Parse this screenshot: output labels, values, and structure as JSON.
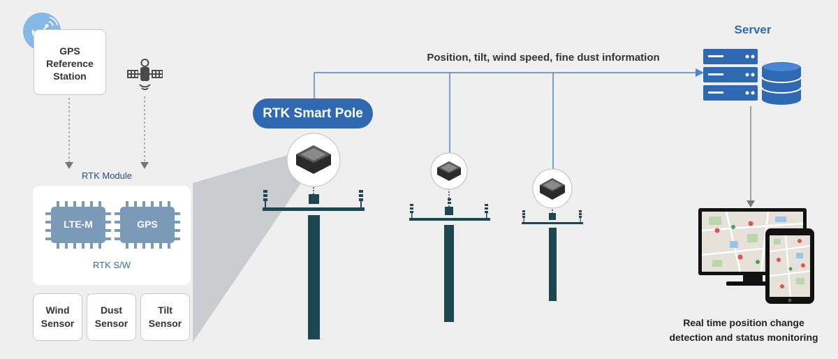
{
  "gps_station": {
    "label_line1": "GPS",
    "label_line2": "Reference",
    "label_line3": "Station"
  },
  "rtk_module": {
    "title": "RTK Module",
    "chips": [
      "LTE-M",
      "GPS"
    ],
    "software": "RTK S/W"
  },
  "sensors": [
    {
      "line1": "Wind",
      "line2": "Sensor"
    },
    {
      "line1": "Dust",
      "line2": "Sensor"
    },
    {
      "line1": "Tilt",
      "line2": "Sensor"
    }
  ],
  "pole_label": "RTK Smart Pole",
  "data_flow_label": "Position, tilt, wind speed, fine dust information",
  "server_label": "Server",
  "monitoring_caption": {
    "line1": "Real time position change",
    "line2": "detection and status monitoring"
  },
  "colors": {
    "accent": "#2f69b1",
    "pole": "#1c4650",
    "chip": "#7a9ab8",
    "line": "#4a86d8",
    "background": "#efeff0"
  },
  "icons": [
    "satellite-dish-icon",
    "satellite-icon",
    "server-rack-icon",
    "database-icon",
    "monitor-map-icon",
    "tablet-map-icon",
    "rtk-device-icon"
  ]
}
